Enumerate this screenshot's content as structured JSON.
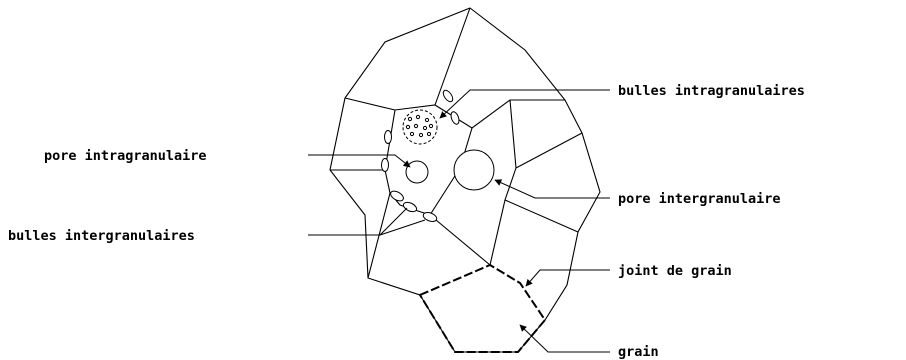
{
  "labels": {
    "bulles_intragranulaires": "bulles intragranulaires",
    "pore_intragranulaire": "pore intragranulaire",
    "pore_intergranulaire": "pore intergranulaire",
    "bulles_intergranulaires": "bulles intergranulaires",
    "joint_de_grain": "joint de grain",
    "grain": "grain"
  },
  "colors": {
    "ink": "#000000",
    "background": "#ffffff"
  }
}
